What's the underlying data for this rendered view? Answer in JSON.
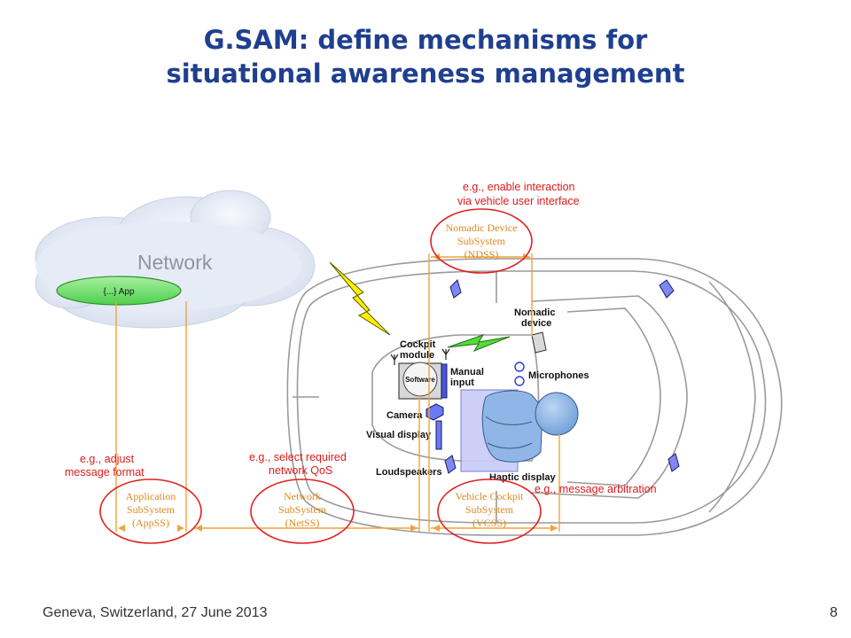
{
  "slide": {
    "title_line1": "G.SAM: define mechanisms for",
    "title_line2": "situational awareness management",
    "footer_text": "Geneva, Switzerland, 27 June 2013",
    "page_number": "8"
  },
  "diagram": {
    "network_label": "Network",
    "app_label": "{...} App",
    "components": {
      "cockpit_module": [
        "Cockpit",
        "module"
      ],
      "software": "Software",
      "manual_input": [
        "Manual",
        "input"
      ],
      "nomadic_device": [
        "Nomadic",
        "device"
      ],
      "microphones": "Microphones",
      "camera": "Camera",
      "visual_display": "Visual display",
      "loudspeakers": "Loudspeakers",
      "haptic_display": "Haptic display"
    },
    "subsystems": {
      "application": [
        "Application",
        "SubSystem",
        "(AppSS)"
      ],
      "network": [
        "Network",
        "SubSystem",
        "(NetSS)"
      ],
      "vehicle_cockpit": [
        "Vehicle Cockpit",
        "SubSystem",
        "(VCSS)"
      ],
      "nomadic": [
        "Nomadic Device",
        "SubSystem",
        "(NDSS)"
      ]
    },
    "annotations": {
      "adjust": [
        "e.g., adjust",
        "message format"
      ],
      "qos": [
        "e.g., select required",
        "network QoS"
      ],
      "arbitration": "e.g., message arbitration",
      "interaction": [
        "e.g., enable interaction",
        "via vehicle user interface"
      ]
    },
    "colors": {
      "title": "#1f3f8f",
      "annotation": "#dd1a1a",
      "subsystem_ellipse": "#e02020",
      "subsystem_text": "#e08a1e",
      "connector": "#f2a33a",
      "lightning": "#ffee00",
      "signal": "#55dd33",
      "app_fill": "#66dd66",
      "driver": "#8fb6e6"
    }
  }
}
